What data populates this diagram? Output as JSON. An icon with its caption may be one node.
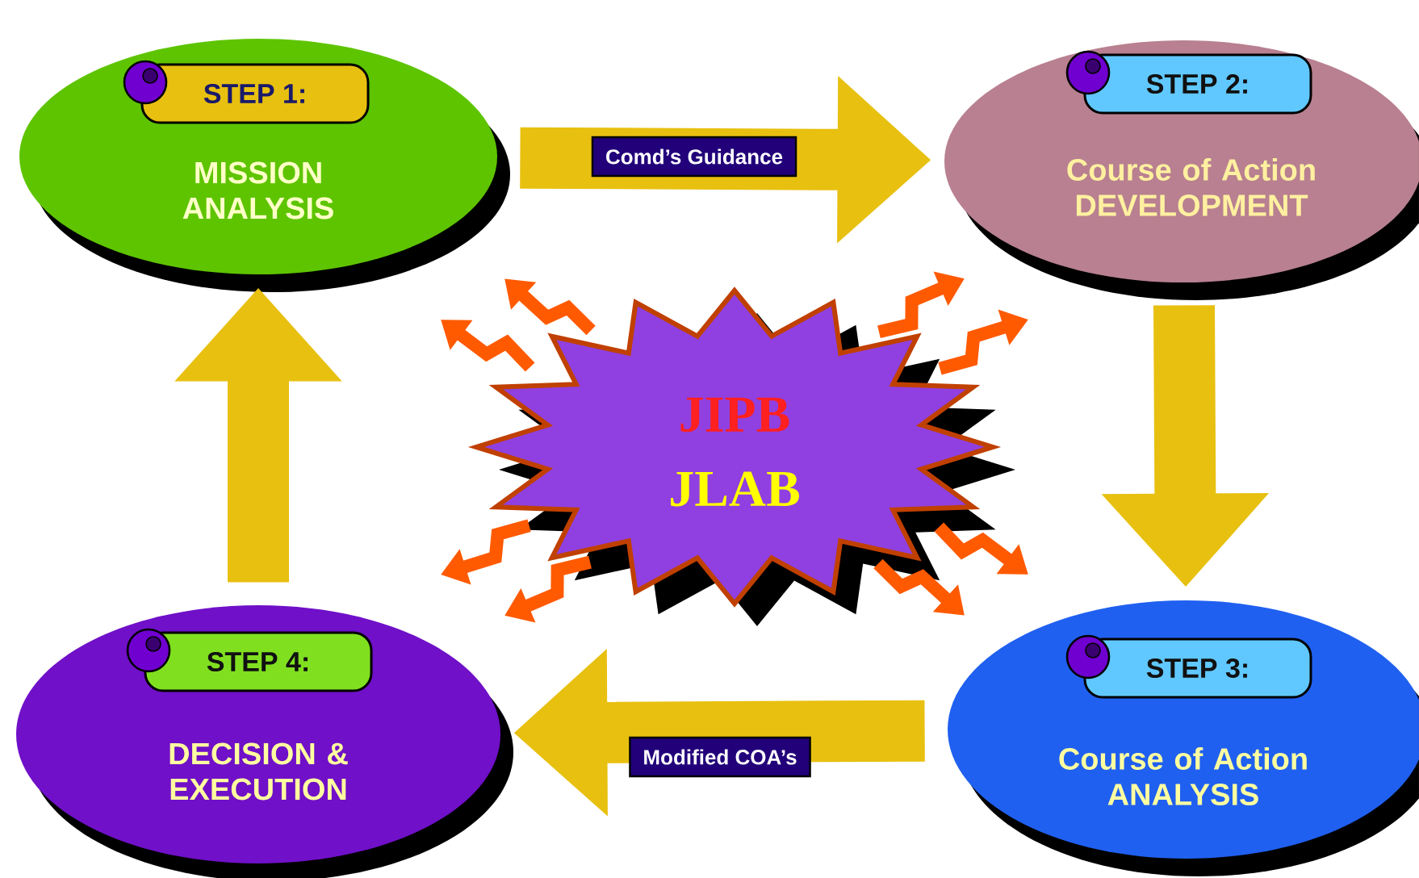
{
  "diagram": {
    "nodes": [
      {
        "text": [
          "STEP 1:",
          "MISSION ANALYSIS"
        ]
      },
      {
        "text": [
          "STEP 2:",
          "Course of Action DEVELOPMENT"
        ]
      },
      {
        "text": [
          "STEP 3:",
          "Course of Action ANALYSIS"
        ]
      },
      {
        "text": [
          "STEP 4:",
          "DECISION & EXECUTION"
        ]
      },
      {
        "text": [
          "JIPB",
          "JLAB"
        ]
      }
    ],
    "edges": [
      {
        "from": 0,
        "to": 1,
        "arrow": "to",
        "label": "Comd’s Guidance",
        "style": "thick",
        "color": "#e8c010"
      },
      {
        "from": 1,
        "to": 2,
        "arrow": "to",
        "style": "thick",
        "color": "#e8c010"
      },
      {
        "from": 2,
        "to": 3,
        "arrow": "to",
        "label": "Modified COA’s",
        "style": "thick",
        "color": "#e8c010"
      },
      {
        "from": 3,
        "to": 0,
        "arrow": "to",
        "style": "thick",
        "color": "#e8c010"
      },
      {
        "from": 4,
        "to": null,
        "arrow": "to"
      },
      {
        "from": 4,
        "to": null,
        "arrow": "to"
      },
      {
        "from": 4,
        "to": null,
        "arrow": "to"
      },
      {
        "from": 4,
        "to": null,
        "arrow": "to"
      },
      {
        "from": 4,
        "to": null,
        "arrow": "to"
      },
      {
        "from": 4,
        "to": null,
        "arrow": "to"
      },
      {
        "from": 4,
        "to": null,
        "arrow": "to"
      },
      {
        "from": 4,
        "to": null,
        "arrow": "to"
      }
    ]
  }
}
